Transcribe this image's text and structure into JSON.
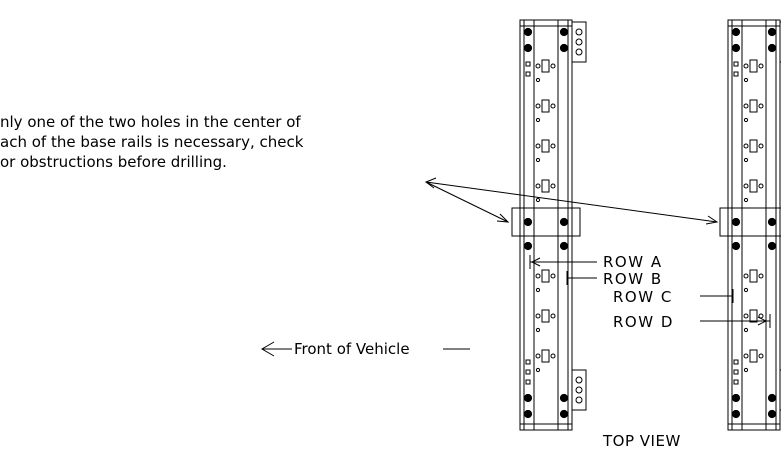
{
  "note": {
    "line1": "nly one of the two holes in the center of",
    "line2": "ach of the base rails is necessary, check",
    "line3": "or obstructions before drilling."
  },
  "direction": {
    "label": "Front of Vehicle"
  },
  "view": {
    "label": "TOP VIEW"
  },
  "rows": [
    {
      "label": "ROW  A"
    },
    {
      "label": "ROW  B"
    },
    {
      "label": "ROW  C"
    },
    {
      "label": "ROW  D"
    }
  ],
  "colors": {
    "line": "#000000",
    "background": "#ffffff"
  }
}
